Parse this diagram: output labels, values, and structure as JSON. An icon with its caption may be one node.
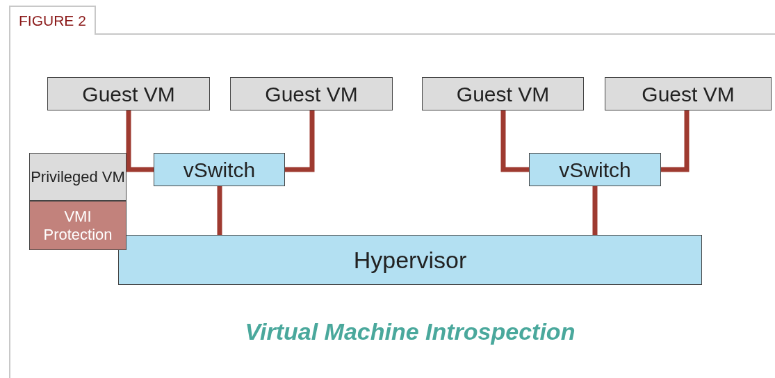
{
  "diagram": {
    "caption": "Virtual Machine Introspection",
    "nodes": [
      {
        "text": [
          "Guest VM"
        ]
      },
      {
        "text": [
          "Guest VM"
        ]
      },
      {
        "text": [
          "Guest VM"
        ]
      },
      {
        "text": [
          "Guest VM"
        ]
      },
      {
        "text": [
          "Privileged VM"
        ]
      },
      {
        "text": [
          "vSwitch"
        ]
      },
      {
        "text": [
          "vSwitch"
        ]
      },
      {
        "text": [
          "VMI Protection"
        ]
      },
      {
        "text": [
          "Hypervisor"
        ]
      }
    ],
    "edges": [
      {
        "from": 0,
        "to": 5,
        "arrow": "none"
      },
      {
        "from": 1,
        "to": 5,
        "arrow": "none"
      },
      {
        "from": 2,
        "to": 6,
        "arrow": "none"
      },
      {
        "from": 3,
        "to": 6,
        "arrow": "none"
      },
      {
        "from": 5,
        "to": 8,
        "arrow": "none"
      },
      {
        "from": 6,
        "to": 8,
        "arrow": "none"
      }
    ],
    "labels": [
      "FIGURE 2"
    ]
  }
}
